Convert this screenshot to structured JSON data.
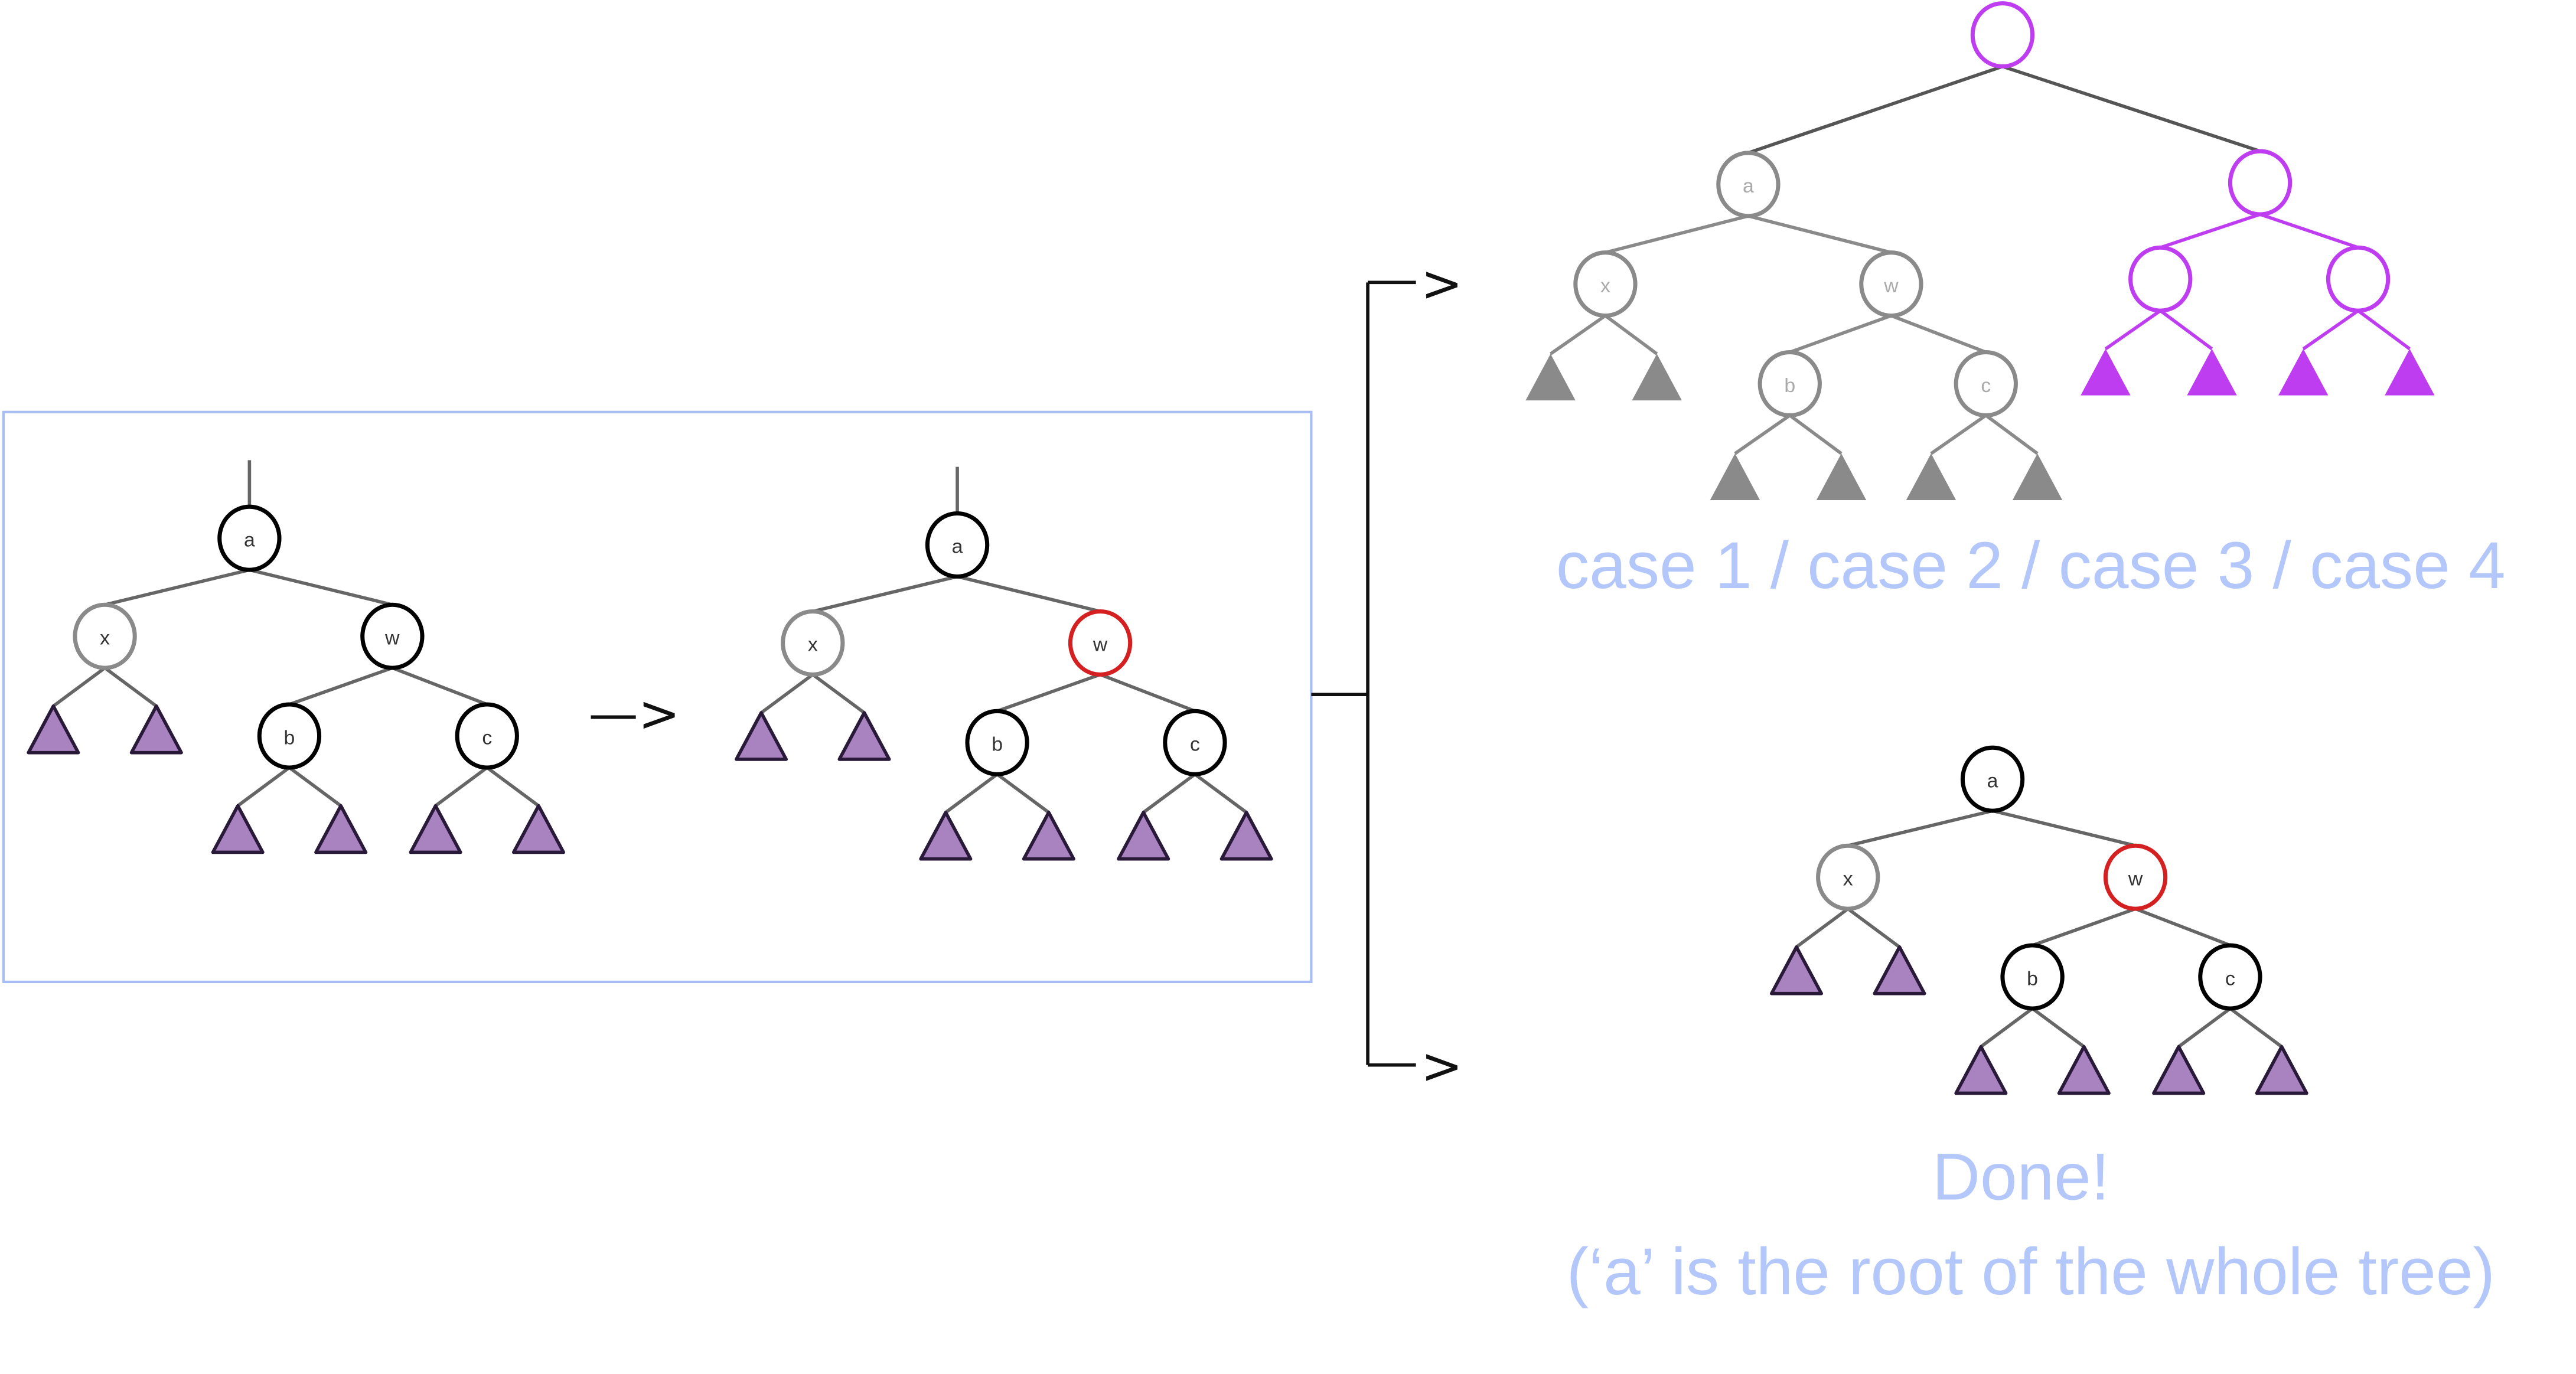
{
  "colors": {
    "black": "#000000",
    "gray": "#8a8a8a",
    "red": "#d42020",
    "purple": "#bf3df0",
    "subtree": "#a883c0",
    "subtree_gray": "#8a8a8a",
    "caption": "#b3c7fa",
    "box": "#a9bdf5"
  },
  "before_tree": {
    "nodes": {
      "a": "a",
      "x": "x",
      "w": "w",
      "b": "b",
      "c": "c"
    }
  },
  "after_tree": {
    "nodes": {
      "a": "a",
      "x": "x",
      "w": "w",
      "b": "b",
      "c": "c"
    }
  },
  "transition_arrow": "—>",
  "branch_arrows": {
    "top": ">",
    "bottom": ">"
  },
  "case_tree": {
    "nodes": {
      "a": "a",
      "x": "x",
      "w": "w",
      "b": "b",
      "c": "c"
    }
  },
  "case_caption": "case 1 / case 2 / case 3 / case 4",
  "done_tree": {
    "nodes": {
      "a": "a",
      "x": "x",
      "w": "w",
      "b": "b",
      "c": "c"
    }
  },
  "done_caption": "Done!",
  "done_note": "(‘a’ is the root of the whole tree)"
}
